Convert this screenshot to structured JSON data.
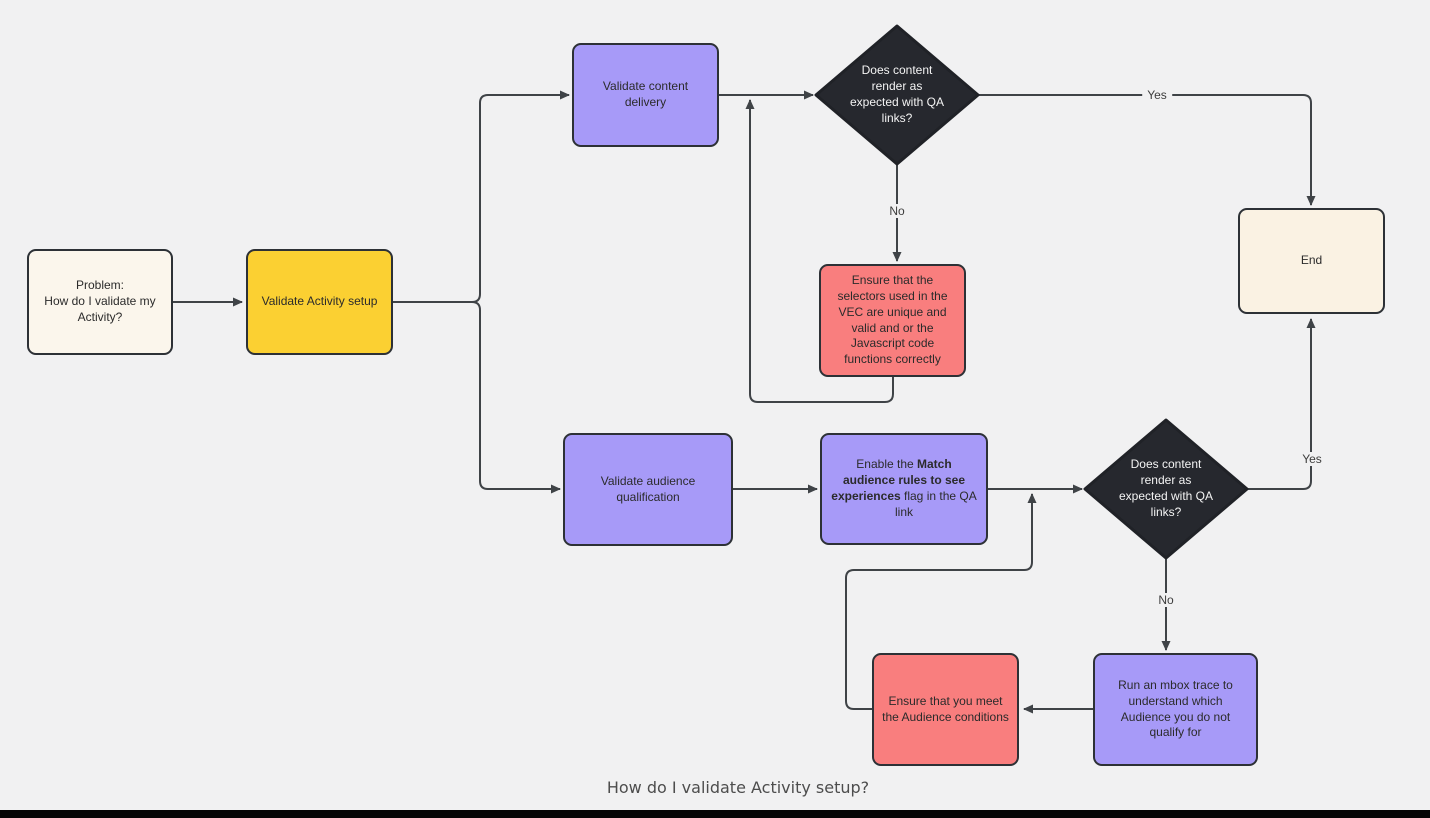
{
  "canvas": {
    "background": "#f1f1f2",
    "bottom_bar_color": "#060606",
    "caption": "How do I validate Activity setup?"
  },
  "colors": {
    "edge": "#3f4347",
    "node_border": "#2d3136",
    "node_text": "#2b2b2b",
    "diamond_text": "#f4f4f4",
    "edge_label_text": "#3d3d3d",
    "caption_text": "#4d4d4d"
  },
  "nodes": {
    "start": {
      "label": "Problem:\nHow do I validate my Activity?",
      "fill": "#fbf6ec"
    },
    "validate_setup": {
      "label": "Validate Activity setup",
      "fill": "#fbd032"
    },
    "validate_content": {
      "label": "Validate content delivery",
      "fill": "#a79af8"
    },
    "decision_content": {
      "label": "Does content render as expected with QA links?",
      "fill": "#26282e"
    },
    "fix_selectors": {
      "label": "Ensure that the selectors used in the VEC are unique and valid and or the Javascript code functions correctly",
      "fill": "#f97e7e"
    },
    "validate_audience": {
      "label": "Validate audience qualification",
      "fill": "#a79af8"
    },
    "enable_match": {
      "label_pre": "Enable the ",
      "label_bold": "Match audience rules to see experiences",
      "label_post": " flag in the QA link",
      "fill": "#a79af8"
    },
    "decision_audience": {
      "label": "Does content render as expected with QA links?",
      "fill": "#26282e"
    },
    "run_mbox": {
      "label": "Run an mbox trace to understand which Audience you do not qualify for",
      "fill": "#a79af8"
    },
    "meet_conditions": {
      "label": "Ensure that you meet the Audience conditions",
      "fill": "#f97e7e"
    },
    "end": {
      "label": "End",
      "fill": "#faf2e3"
    }
  },
  "edge_labels": {
    "content_yes": "Yes",
    "content_no": "No",
    "audience_yes": "Yes",
    "audience_no": "No"
  }
}
